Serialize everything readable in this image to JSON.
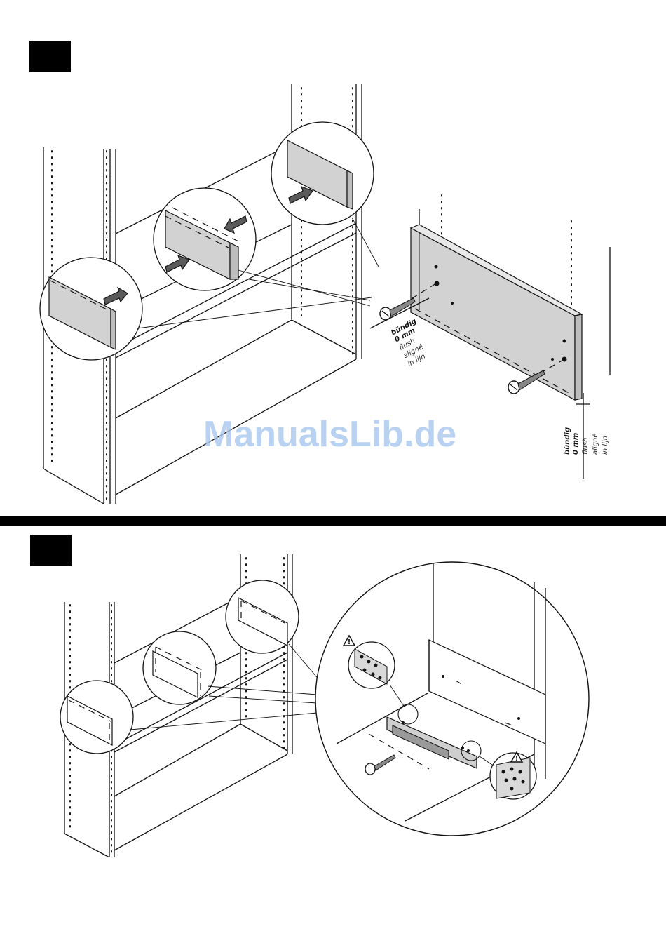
{
  "steps": [
    {
      "flush_label_1": {
        "line1": "bündig",
        "line2": "0 mm",
        "line3": "flush",
        "line4": "aligné",
        "line5": "in lijn"
      },
      "flush_label_2": {
        "line1": "bündig",
        "line2": "0 mm",
        "line3": "flush",
        "line4": "aligné",
        "line5": "in lijn"
      }
    },
    {
      "warning_symbol": "!"
    }
  ],
  "watermark": "ManualsLib.de",
  "colors": {
    "background": "#ffffff",
    "ink": "#111111",
    "panel": "#d2d2d2",
    "arrow": "#5a5a5a",
    "watermark": "#a9c7ef"
  }
}
